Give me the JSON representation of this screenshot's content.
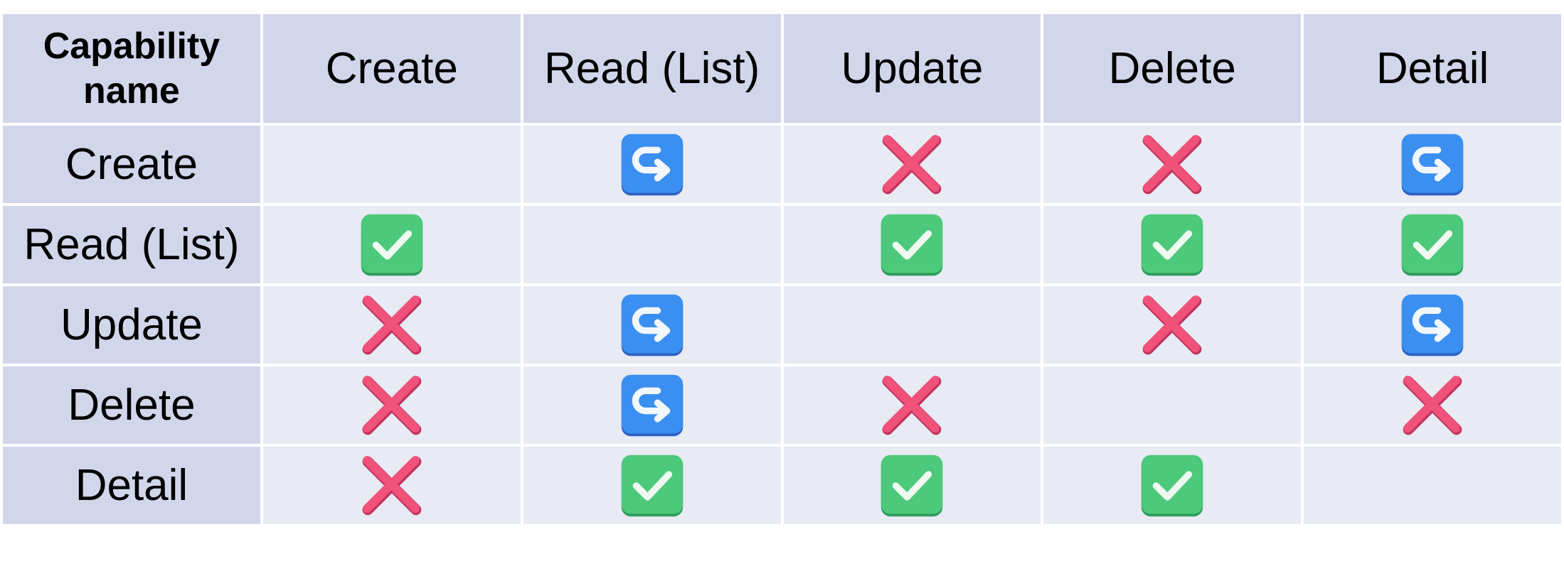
{
  "table": {
    "corner_header": "Capability name",
    "columns": [
      "Create",
      "Read (List)",
      "Update",
      "Delete",
      "Detail"
    ],
    "rows": [
      {
        "label": "Create",
        "cells": [
          "",
          "redirect",
          "cross",
          "cross",
          "redirect"
        ]
      },
      {
        "label": "Read (List)",
        "cells": [
          "check",
          "",
          "check",
          "check",
          "check"
        ]
      },
      {
        "label": "Update",
        "cells": [
          "cross",
          "redirect",
          "",
          "cross",
          "redirect"
        ]
      },
      {
        "label": "Delete",
        "cells": [
          "cross",
          "redirect",
          "cross",
          "",
          "cross"
        ]
      },
      {
        "label": "Detail",
        "cells": [
          "cross",
          "check",
          "check",
          "check",
          ""
        ]
      }
    ]
  },
  "icons": {
    "check": "check-mark-icon",
    "cross": "cross-mark-icon",
    "redirect": "redirect-arrow-icon"
  },
  "colors": {
    "header_bg": "#d2d6ea",
    "cell_bg": "#e8eaf4",
    "check_green": "#4cc97a",
    "cross_red": "#f0527a",
    "redirect_blue": "#3a8ff0"
  }
}
